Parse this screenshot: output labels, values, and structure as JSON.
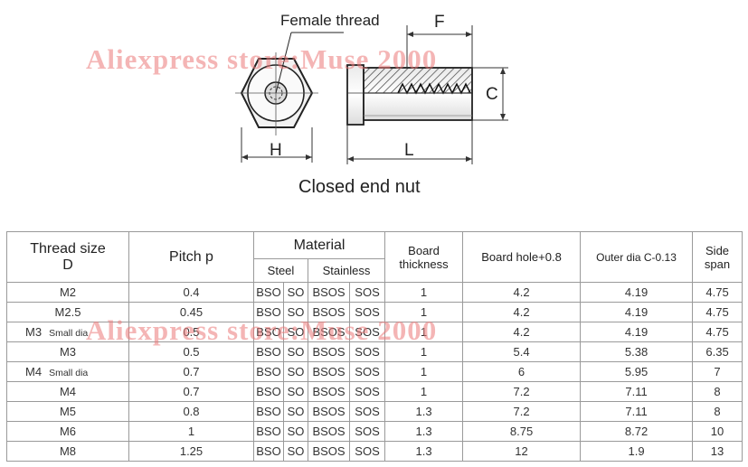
{
  "drawing": {
    "female_thread_label": "Female thread",
    "dim_F": "F",
    "dim_C": "C",
    "dim_H": "H",
    "dim_L": "L",
    "caption": "Closed end nut"
  },
  "watermark": "Aliexpress store:Muse 2000",
  "table": {
    "headers": {
      "thread_size": "Thread size",
      "thread_size_sub": "D",
      "pitch": "Pitch  p",
      "material": "Material",
      "steel": "Steel",
      "stainless": "Stainless",
      "board_thickness_1": "Board",
      "board_thickness_2": "thickness",
      "board_hole": "Board hole+0.8",
      "outer_dia": "Outer dia C-0.13",
      "side_span_1": "Side",
      "side_span_2": "span"
    },
    "rows": [
      {
        "d": "M2",
        "note": "",
        "pitch": "0.4",
        "steel1": "BSO",
        "steel2": "SO",
        "st1": "BSOS",
        "st2": "SOS",
        "board": "1",
        "hole": "4.2",
        "outer": "4.19",
        "side": "4.75"
      },
      {
        "d": "M2.5",
        "note": "",
        "pitch": "0.45",
        "steel1": "BSO",
        "steel2": "SO",
        "st1": "BSOS",
        "st2": "SOS",
        "board": "1",
        "hole": "4.2",
        "outer": "4.19",
        "side": "4.75"
      },
      {
        "d": "M3",
        "note": "Small dia",
        "pitch": "0.5",
        "steel1": "BSO",
        "steel2": "SO",
        "st1": "BSOS",
        "st2": "SOS",
        "board": "1",
        "hole": "4.2",
        "outer": "4.19",
        "side": "4.75"
      },
      {
        "d": "M3",
        "note": "",
        "pitch": "0.5",
        "steel1": "BSO",
        "steel2": "SO",
        "st1": "BSOS",
        "st2": "SOS",
        "board": "1",
        "hole": "5.4",
        "outer": "5.38",
        "side": "6.35"
      },
      {
        "d": "M4",
        "note": "Small dia",
        "pitch": "0.7",
        "steel1": "BSO",
        "steel2": "SO",
        "st1": "BSOS",
        "st2": "SOS",
        "board": "1",
        "hole": "6",
        "outer": "5.95",
        "side": "7"
      },
      {
        "d": "M4",
        "note": "",
        "pitch": "0.7",
        "steel1": "BSO",
        "steel2": "SO",
        "st1": "BSOS",
        "st2": "SOS",
        "board": "1",
        "hole": "7.2",
        "outer": "7.11",
        "side": "8"
      },
      {
        "d": "M5",
        "note": "",
        "pitch": "0.8",
        "steel1": "BSO",
        "steel2": "SO",
        "st1": "BSOS",
        "st2": "SOS",
        "board": "1.3",
        "hole": "7.2",
        "outer": "7.11",
        "side": "8"
      },
      {
        "d": "M6",
        "note": "",
        "pitch": "1",
        "steel1": "BSO",
        "steel2": "SO",
        "st1": "BSOS",
        "st2": "SOS",
        "board": "1.3",
        "hole": "8.75",
        "outer": "8.72",
        "side": "10"
      },
      {
        "d": "M8",
        "note": "",
        "pitch": "1.25",
        "steel1": "BSO",
        "steel2": "SO",
        "st1": "BSOS",
        "st2": "SOS",
        "board": "1.3",
        "hole": "12",
        "outer": "1.9",
        "side": "13"
      }
    ]
  }
}
